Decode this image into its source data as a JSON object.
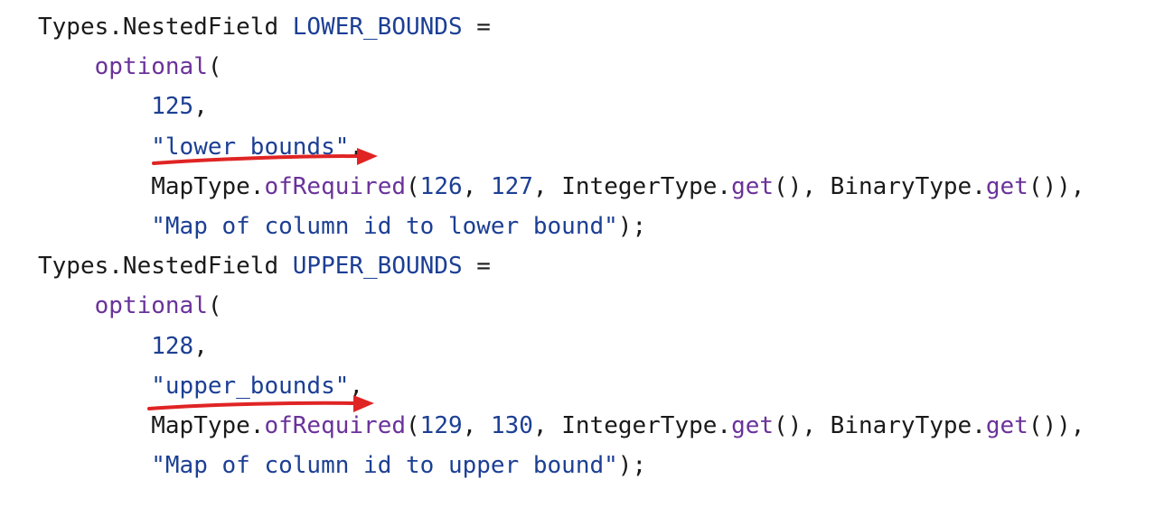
{
  "code_lines": [
    {
      "indent": 0,
      "tokens": [
        {
          "text": "Types.NestedField ",
          "kind": "plain"
        },
        {
          "text": "LOWER_BOUNDS",
          "kind": "const"
        },
        {
          "text": " =",
          "kind": "plain"
        }
      ]
    },
    {
      "indent": 1,
      "tokens": [
        {
          "text": "optional",
          "kind": "kw"
        },
        {
          "text": "(",
          "kind": "plain"
        }
      ]
    },
    {
      "indent": 2,
      "tokens": [
        {
          "text": "125",
          "kind": "num"
        },
        {
          "text": ",",
          "kind": "plain"
        }
      ]
    },
    {
      "indent": 2,
      "tokens": [
        {
          "text": "\"lower_bounds\"",
          "kind": "str"
        },
        {
          "text": ",",
          "kind": "plain"
        }
      ]
    },
    {
      "indent": 2,
      "tokens": [
        {
          "text": "MapType.",
          "kind": "plain"
        },
        {
          "text": "ofRequired",
          "kind": "method"
        },
        {
          "text": "(",
          "kind": "plain"
        },
        {
          "text": "126",
          "kind": "num"
        },
        {
          "text": ", ",
          "kind": "plain"
        },
        {
          "text": "127",
          "kind": "num"
        },
        {
          "text": ", IntegerType.",
          "kind": "plain"
        },
        {
          "text": "get",
          "kind": "method"
        },
        {
          "text": "(), BinaryType.",
          "kind": "plain"
        },
        {
          "text": "get",
          "kind": "method"
        },
        {
          "text": "()),",
          "kind": "plain"
        }
      ]
    },
    {
      "indent": 2,
      "tokens": [
        {
          "text": "\"Map of column id to lower bound\"",
          "kind": "str"
        },
        {
          "text": ");",
          "kind": "plain"
        }
      ]
    },
    {
      "indent": 0,
      "tokens": [
        {
          "text": "Types.NestedField ",
          "kind": "plain"
        },
        {
          "text": "UPPER_BOUNDS",
          "kind": "const"
        },
        {
          "text": " =",
          "kind": "plain"
        }
      ]
    },
    {
      "indent": 1,
      "tokens": [
        {
          "text": "optional",
          "kind": "kw"
        },
        {
          "text": "(",
          "kind": "plain"
        }
      ]
    },
    {
      "indent": 2,
      "tokens": [
        {
          "text": "128",
          "kind": "num"
        },
        {
          "text": ",",
          "kind": "plain"
        }
      ]
    },
    {
      "indent": 2,
      "tokens": [
        {
          "text": "\"upper_bounds\"",
          "kind": "str"
        },
        {
          "text": ",",
          "kind": "plain"
        }
      ]
    },
    {
      "indent": 2,
      "tokens": [
        {
          "text": "MapType.",
          "kind": "plain"
        },
        {
          "text": "ofRequired",
          "kind": "method"
        },
        {
          "text": "(",
          "kind": "plain"
        },
        {
          "text": "129",
          "kind": "num"
        },
        {
          "text": ", ",
          "kind": "plain"
        },
        {
          "text": "130",
          "kind": "num"
        },
        {
          "text": ", IntegerType.",
          "kind": "plain"
        },
        {
          "text": "get",
          "kind": "method"
        },
        {
          "text": "(), BinaryType.",
          "kind": "plain"
        },
        {
          "text": "get",
          "kind": "method"
        },
        {
          "text": "()),",
          "kind": "plain"
        }
      ]
    },
    {
      "indent": 2,
      "tokens": [
        {
          "text": "\"Map of column id to upper bound\"",
          "kind": "str"
        },
        {
          "text": ");",
          "kind": "plain"
        }
      ]
    }
  ],
  "annotations": {
    "arrow_color": "#e02424",
    "arrows": [
      {
        "name": "arrow-lower-bounds",
        "target_line": 3
      },
      {
        "name": "arrow-upper-bounds",
        "target_line": 9
      }
    ]
  },
  "colors": {
    "plain": "#1a1a1a",
    "identifier": "#1c3f94",
    "keyword": "#6a329a"
  }
}
